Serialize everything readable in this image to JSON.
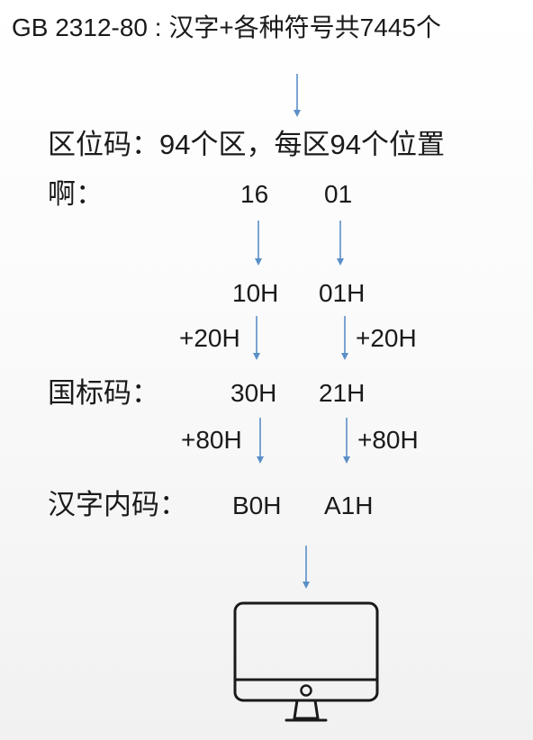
{
  "title": "GB 2312-80 : 汉字+各种符号共7445个",
  "quwei": {
    "label": "区位码：94个区，每区94个位置",
    "char_label": "啊：",
    "row": "16",
    "col": "01"
  },
  "hex": {
    "row": "10H",
    "col": "01H"
  },
  "offset1": {
    "left": "+20H",
    "right": "+20H"
  },
  "guobiao": {
    "label": "国标码：",
    "row": "30H",
    "col": "21H"
  },
  "offset2": {
    "left": "+80H",
    "right": "+80H"
  },
  "neima": {
    "label": "汉字内码：",
    "row": "B0H",
    "col": "A1H"
  },
  "colors": {
    "arrow": "#5b8fc7",
    "text": "#1a1a1a",
    "monitor": "#1a1a1a"
  },
  "icons": [
    "down-arrow-icon",
    "monitor-icon"
  ]
}
